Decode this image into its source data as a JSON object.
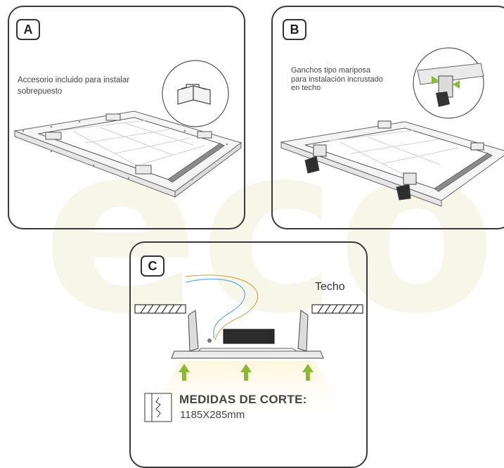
{
  "watermark": {
    "text": "eco",
    "color": "#f4f4e2"
  },
  "panels": {
    "a": {
      "label": "A",
      "note": "Accesorio incluido para instalar sobrepuesto"
    },
    "b": {
      "label": "B",
      "note_lines": [
        "Ganchos tipo mariposa",
        "para instalación incrustado",
        "en techo"
      ]
    },
    "c": {
      "label": "C",
      "ceiling_label": "Techo",
      "cut_title": "MEDIDAS DE CORTE:",
      "cut_size": "1185X285mm"
    }
  },
  "colors": {
    "arrow": "#8cb832",
    "outline": "#3a3a3a",
    "wire_blue": "#5fb0dd",
    "wire_orange": "#d9a45a"
  }
}
